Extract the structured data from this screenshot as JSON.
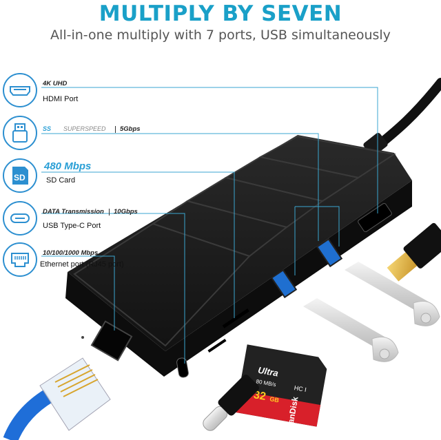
{
  "header": {
    "title": "MULTIPLY BY SEVEN",
    "subtitle": "All-in-one multiply with 7 ports, USB simultaneously"
  },
  "features": [
    {
      "icon": "hdmi-icon",
      "top_text": "4K UHD",
      "name": "HDMI Port"
    },
    {
      "icon": "usb-icon",
      "logo": "SS",
      "top_text": "SUPERSPEED",
      "rate": "5Gbps",
      "name": ""
    },
    {
      "icon": "sd-card-icon",
      "icon_text": "SD",
      "top_text": "480 Mbps",
      "name": "SD Card"
    },
    {
      "icon": "usb-c-icon",
      "top_text": "DATA Transmission",
      "rate": "10Gbps",
      "name": "USB Type-C Port"
    },
    {
      "icon": "ethernet-icon",
      "top_text": "10/100/1000 Mbps",
      "name": "Ethernet port (RJ45 port)"
    }
  ],
  "sd_card": {
    "brand": "SanDisk",
    "line": "Ultra",
    "capacity": "32",
    "unit": "GB",
    "speed": "80 MB/s",
    "class_mark": "HC I"
  },
  "colors": {
    "accent": "#1aa0c8",
    "line": "#3aa6d0",
    "hub_body": "#1b1b1b"
  }
}
